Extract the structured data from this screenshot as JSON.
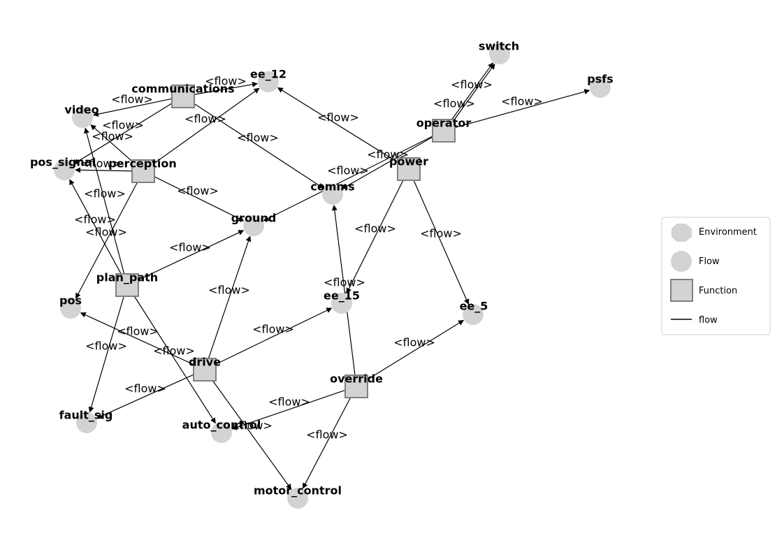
{
  "legend": {
    "items": [
      {
        "label": "Environment",
        "shape": "octagon"
      },
      {
        "label": "Flow",
        "shape": "circle"
      },
      {
        "label": "Function",
        "shape": "square"
      },
      {
        "label": "flow",
        "shape": "line"
      }
    ]
  },
  "colors": {
    "node_fill": "#d3d3d3",
    "function_stroke": "#808080",
    "edge": "#000000",
    "legend_border": "#cccccc"
  },
  "nodes": [
    {
      "id": "switch",
      "label": "switch",
      "kind": "flow"
    },
    {
      "id": "psfs",
      "label": "psfs",
      "kind": "flow"
    },
    {
      "id": "ee_12",
      "label": "ee_12",
      "kind": "flow"
    },
    {
      "id": "communications",
      "label": "communications",
      "kind": "function"
    },
    {
      "id": "video",
      "label": "video",
      "kind": "flow"
    },
    {
      "id": "operator",
      "label": "operator",
      "kind": "function"
    },
    {
      "id": "pos_signal",
      "label": "pos_signal",
      "kind": "flow"
    },
    {
      "id": "perception",
      "label": "perception",
      "kind": "function"
    },
    {
      "id": "power",
      "label": "power",
      "kind": "function"
    },
    {
      "id": "comms",
      "label": "comms",
      "kind": "flow"
    },
    {
      "id": "ground",
      "label": "ground",
      "kind": "flow"
    },
    {
      "id": "plan_path",
      "label": "plan_path",
      "kind": "function"
    },
    {
      "id": "pos",
      "label": "pos",
      "kind": "flow"
    },
    {
      "id": "ee_15",
      "label": "ee_15",
      "kind": "flow"
    },
    {
      "id": "ee_5",
      "label": "ee_5",
      "kind": "flow"
    },
    {
      "id": "drive",
      "label": "drive",
      "kind": "function"
    },
    {
      "id": "override",
      "label": "override",
      "kind": "function"
    },
    {
      "id": "fault_sig",
      "label": "fault_sig",
      "kind": "flow"
    },
    {
      "id": "auto_control",
      "label": "auto_control",
      "kind": "flow"
    },
    {
      "id": "motor_control",
      "label": "motor_control",
      "kind": "flow"
    }
  ],
  "edges": [
    {
      "from": "communications",
      "to": "ee_12",
      "label": "<flow>"
    },
    {
      "from": "communications",
      "to": "video",
      "label": "<flow>"
    },
    {
      "from": "communications",
      "to": "pos_signal",
      "label": "<flow>"
    },
    {
      "from": "communications",
      "to": "comms",
      "label": "<flow>"
    },
    {
      "from": "perception",
      "to": "video",
      "label": "<flow>"
    },
    {
      "from": "perception",
      "to": "pos_signal",
      "label": "<flow>"
    },
    {
      "from": "perception",
      "to": "ee_12",
      "label": "<flow>"
    },
    {
      "from": "perception",
      "to": "ground",
      "label": "<flow>"
    },
    {
      "from": "perception",
      "to": "pos",
      "label": "<flow>"
    },
    {
      "from": "operator",
      "to": "switch",
      "label": "<flow>"
    },
    {
      "from": "operator",
      "to": "switch",
      "label": "<flow>"
    },
    {
      "from": "operator",
      "to": "psfs",
      "label": "<flow>"
    },
    {
      "from": "operator",
      "to": "comms",
      "label": "<flow>"
    },
    {
      "from": "operator",
      "to": "ground",
      "label": "<flow>"
    },
    {
      "from": "power",
      "to": "ee_12",
      "label": "<flow>"
    },
    {
      "from": "power",
      "to": "ee_15",
      "label": "<flow>"
    },
    {
      "from": "power",
      "to": "ee_5",
      "label": "<flow>"
    },
    {
      "from": "plan_path",
      "to": "video",
      "label": "<flow>"
    },
    {
      "from": "plan_path",
      "to": "pos_signal",
      "label": "<flow>"
    },
    {
      "from": "plan_path",
      "to": "ground",
      "label": "<flow>"
    },
    {
      "from": "plan_path",
      "to": "fault_sig",
      "label": "<flow>"
    },
    {
      "from": "plan_path",
      "to": "auto_control",
      "label": "<flow>"
    },
    {
      "from": "drive",
      "to": "ground",
      "label": "<flow>"
    },
    {
      "from": "drive",
      "to": "ee_15",
      "label": "<flow>"
    },
    {
      "from": "drive",
      "to": "pos",
      "label": "<flow>"
    },
    {
      "from": "drive",
      "to": "fault_sig",
      "label": "<flow>"
    },
    {
      "from": "drive",
      "to": "motor_control",
      "label": "<flow>"
    },
    {
      "from": "override",
      "to": "comms",
      "label": "<flow>"
    },
    {
      "from": "override",
      "to": "ee_5",
      "label": "<flow>"
    },
    {
      "from": "override",
      "to": "auto_control",
      "label": "<flow>"
    },
    {
      "from": "override",
      "to": "motor_control",
      "label": "<flow>"
    }
  ]
}
